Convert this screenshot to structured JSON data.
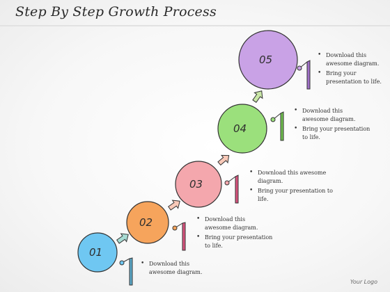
{
  "title": "Step By Step Growth Process",
  "logo_text": "Your Logo",
  "steps": [
    {
      "number": "01",
      "color": "#6fc7f2",
      "bullets": [
        "Download this awesome diagram."
      ]
    },
    {
      "number": "02",
      "color": "#f6a45c",
      "bullets": [
        "Download this awesome diagram.",
        "Bring your presentation to life."
      ]
    },
    {
      "number": "03",
      "color": "#f4a7ad",
      "bullets": [
        "Download this awesome diagram.",
        "Bring your presentation to life."
      ]
    },
    {
      "number": "04",
      "color": "#9be07c",
      "bullets": [
        "Download this awesome diagram.",
        "Bring your presentation to life."
      ]
    },
    {
      "number": "05",
      "color": "#c9a2e6",
      "bullets": [
        "Download this awesome diagram.",
        "Bring your presentation to life."
      ]
    }
  ],
  "accent_colors": {
    "arrow_fill": "#a8dcd4",
    "outline": "#333333",
    "flag_pink": "#d8537e"
  }
}
